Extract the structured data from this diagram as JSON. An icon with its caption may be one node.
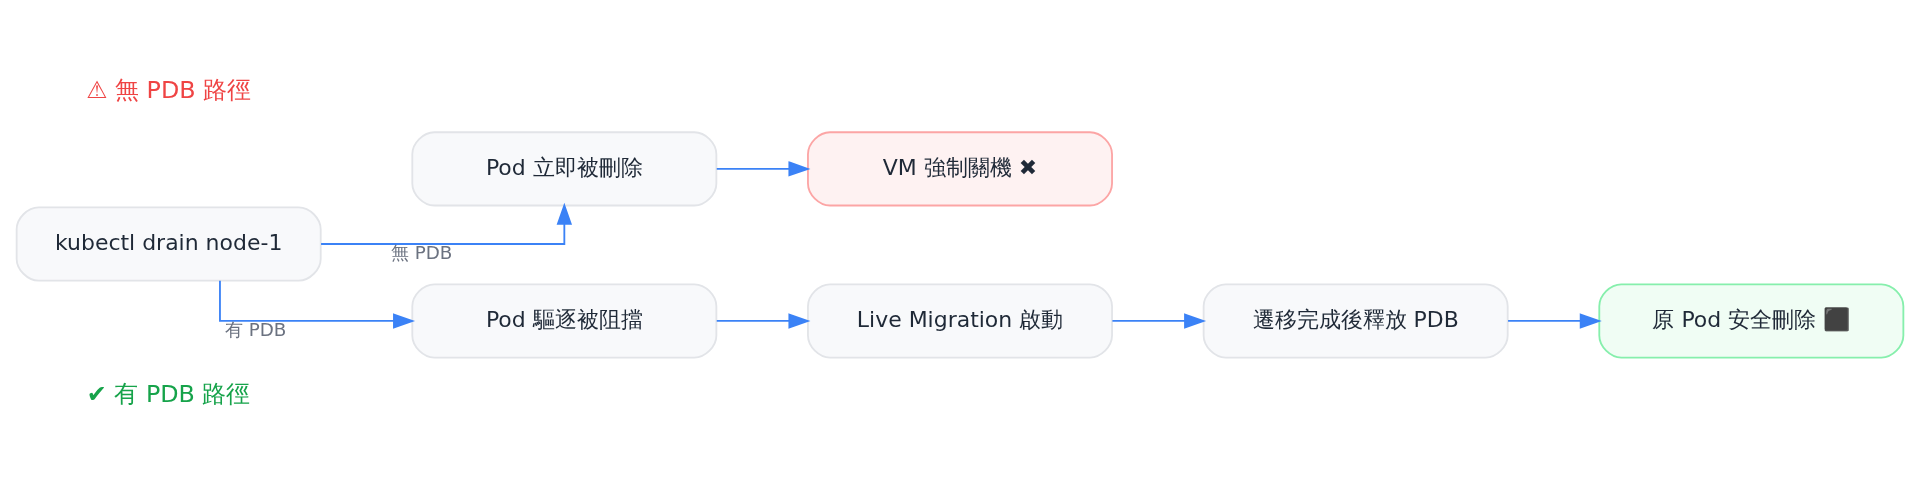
{
  "diagram": {
    "nodes": [
      {
        "text": [
          "kubectl drain node-1"
        ]
      },
      {
        "text": [
          "Pod 立即被刪除"
        ]
      },
      {
        "text": [
          "VM 強制關機 ✖"
        ]
      },
      {
        "text": [
          "Pod 驅逐被阻擋"
        ]
      },
      {
        "text": [
          "Live Migration 啟動"
        ]
      },
      {
        "text": [
          "遷移完成後釋放 PDB"
        ]
      },
      {
        "text": [
          "原 Pod 安全刪除 ⬛"
        ]
      }
    ],
    "edges": [
      {
        "from": 0,
        "to": 1,
        "arrow": "to",
        "label": "無 PDB"
      },
      {
        "from": 0,
        "to": 3,
        "arrow": "to",
        "label": "有 PDB"
      },
      {
        "from": 1,
        "to": 2,
        "arrow": "to"
      },
      {
        "from": 3,
        "to": 4,
        "arrow": "to"
      },
      {
        "from": 4,
        "to": 5,
        "arrow": "to"
      },
      {
        "from": 5,
        "to": 6,
        "arrow": "to"
      }
    ],
    "labels": [
      "⚠ 無 PDB 路徑",
      "✔ 有 PDB 路徑"
    ]
  }
}
